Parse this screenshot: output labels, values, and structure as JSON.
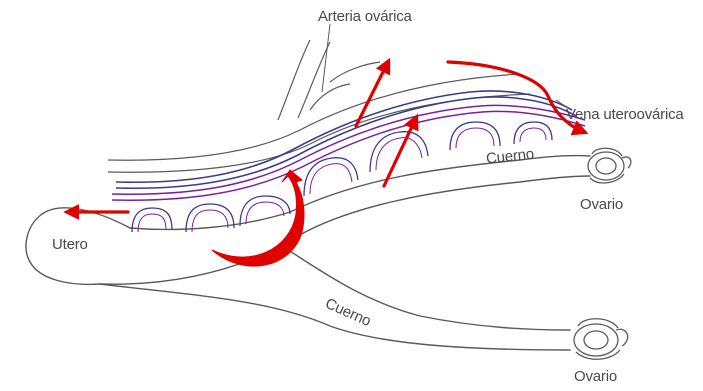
{
  "diagram": {
    "labels": {
      "artery": "Arteria ovárica",
      "vein": "Vena uteroovárica",
      "horn_upper": "Cuerno",
      "horn_lower": "Cuerno",
      "ovary_upper": "Ovario",
      "ovary_lower": "Ovario",
      "uterus": "Utero"
    },
    "colors": {
      "outline": "#5a5a5a",
      "artery": "#7b1fa2",
      "vein": "#3b3b8f",
      "arrows": "#e00000"
    }
  }
}
